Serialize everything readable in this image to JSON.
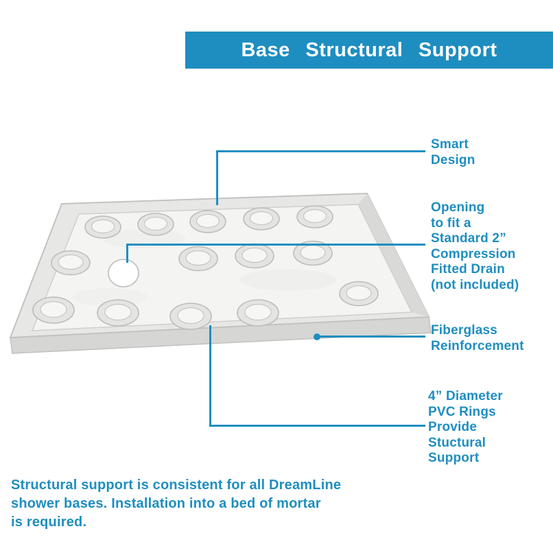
{
  "title": "Base Structural Support",
  "colors": {
    "accent": "#1E8EC0",
    "banner_background": "#1E8EC0",
    "banner_text": "#FFFFFF",
    "page_background": "#FFFFFF"
  },
  "callouts": {
    "smart_design": {
      "lines": [
        "Smart",
        "Design"
      ]
    },
    "drain_opening": {
      "lines": [
        "Opening",
        "to fit a",
        "Standard 2”",
        "Compression",
        "Fitted Drain",
        "(not included)"
      ]
    },
    "fiberglass": {
      "lines": [
        "Fiberglass",
        "Reinforcement"
      ]
    },
    "pvc_rings": {
      "lines": [
        "4” Diameter",
        "PVC Rings",
        "Provide",
        "Stuctural",
        "Support"
      ]
    }
  },
  "caption": {
    "lines": [
      "Structural support is consistent for all DreamLine",
      "shower bases. Installation into a bed of mortar",
      "is required."
    ]
  }
}
